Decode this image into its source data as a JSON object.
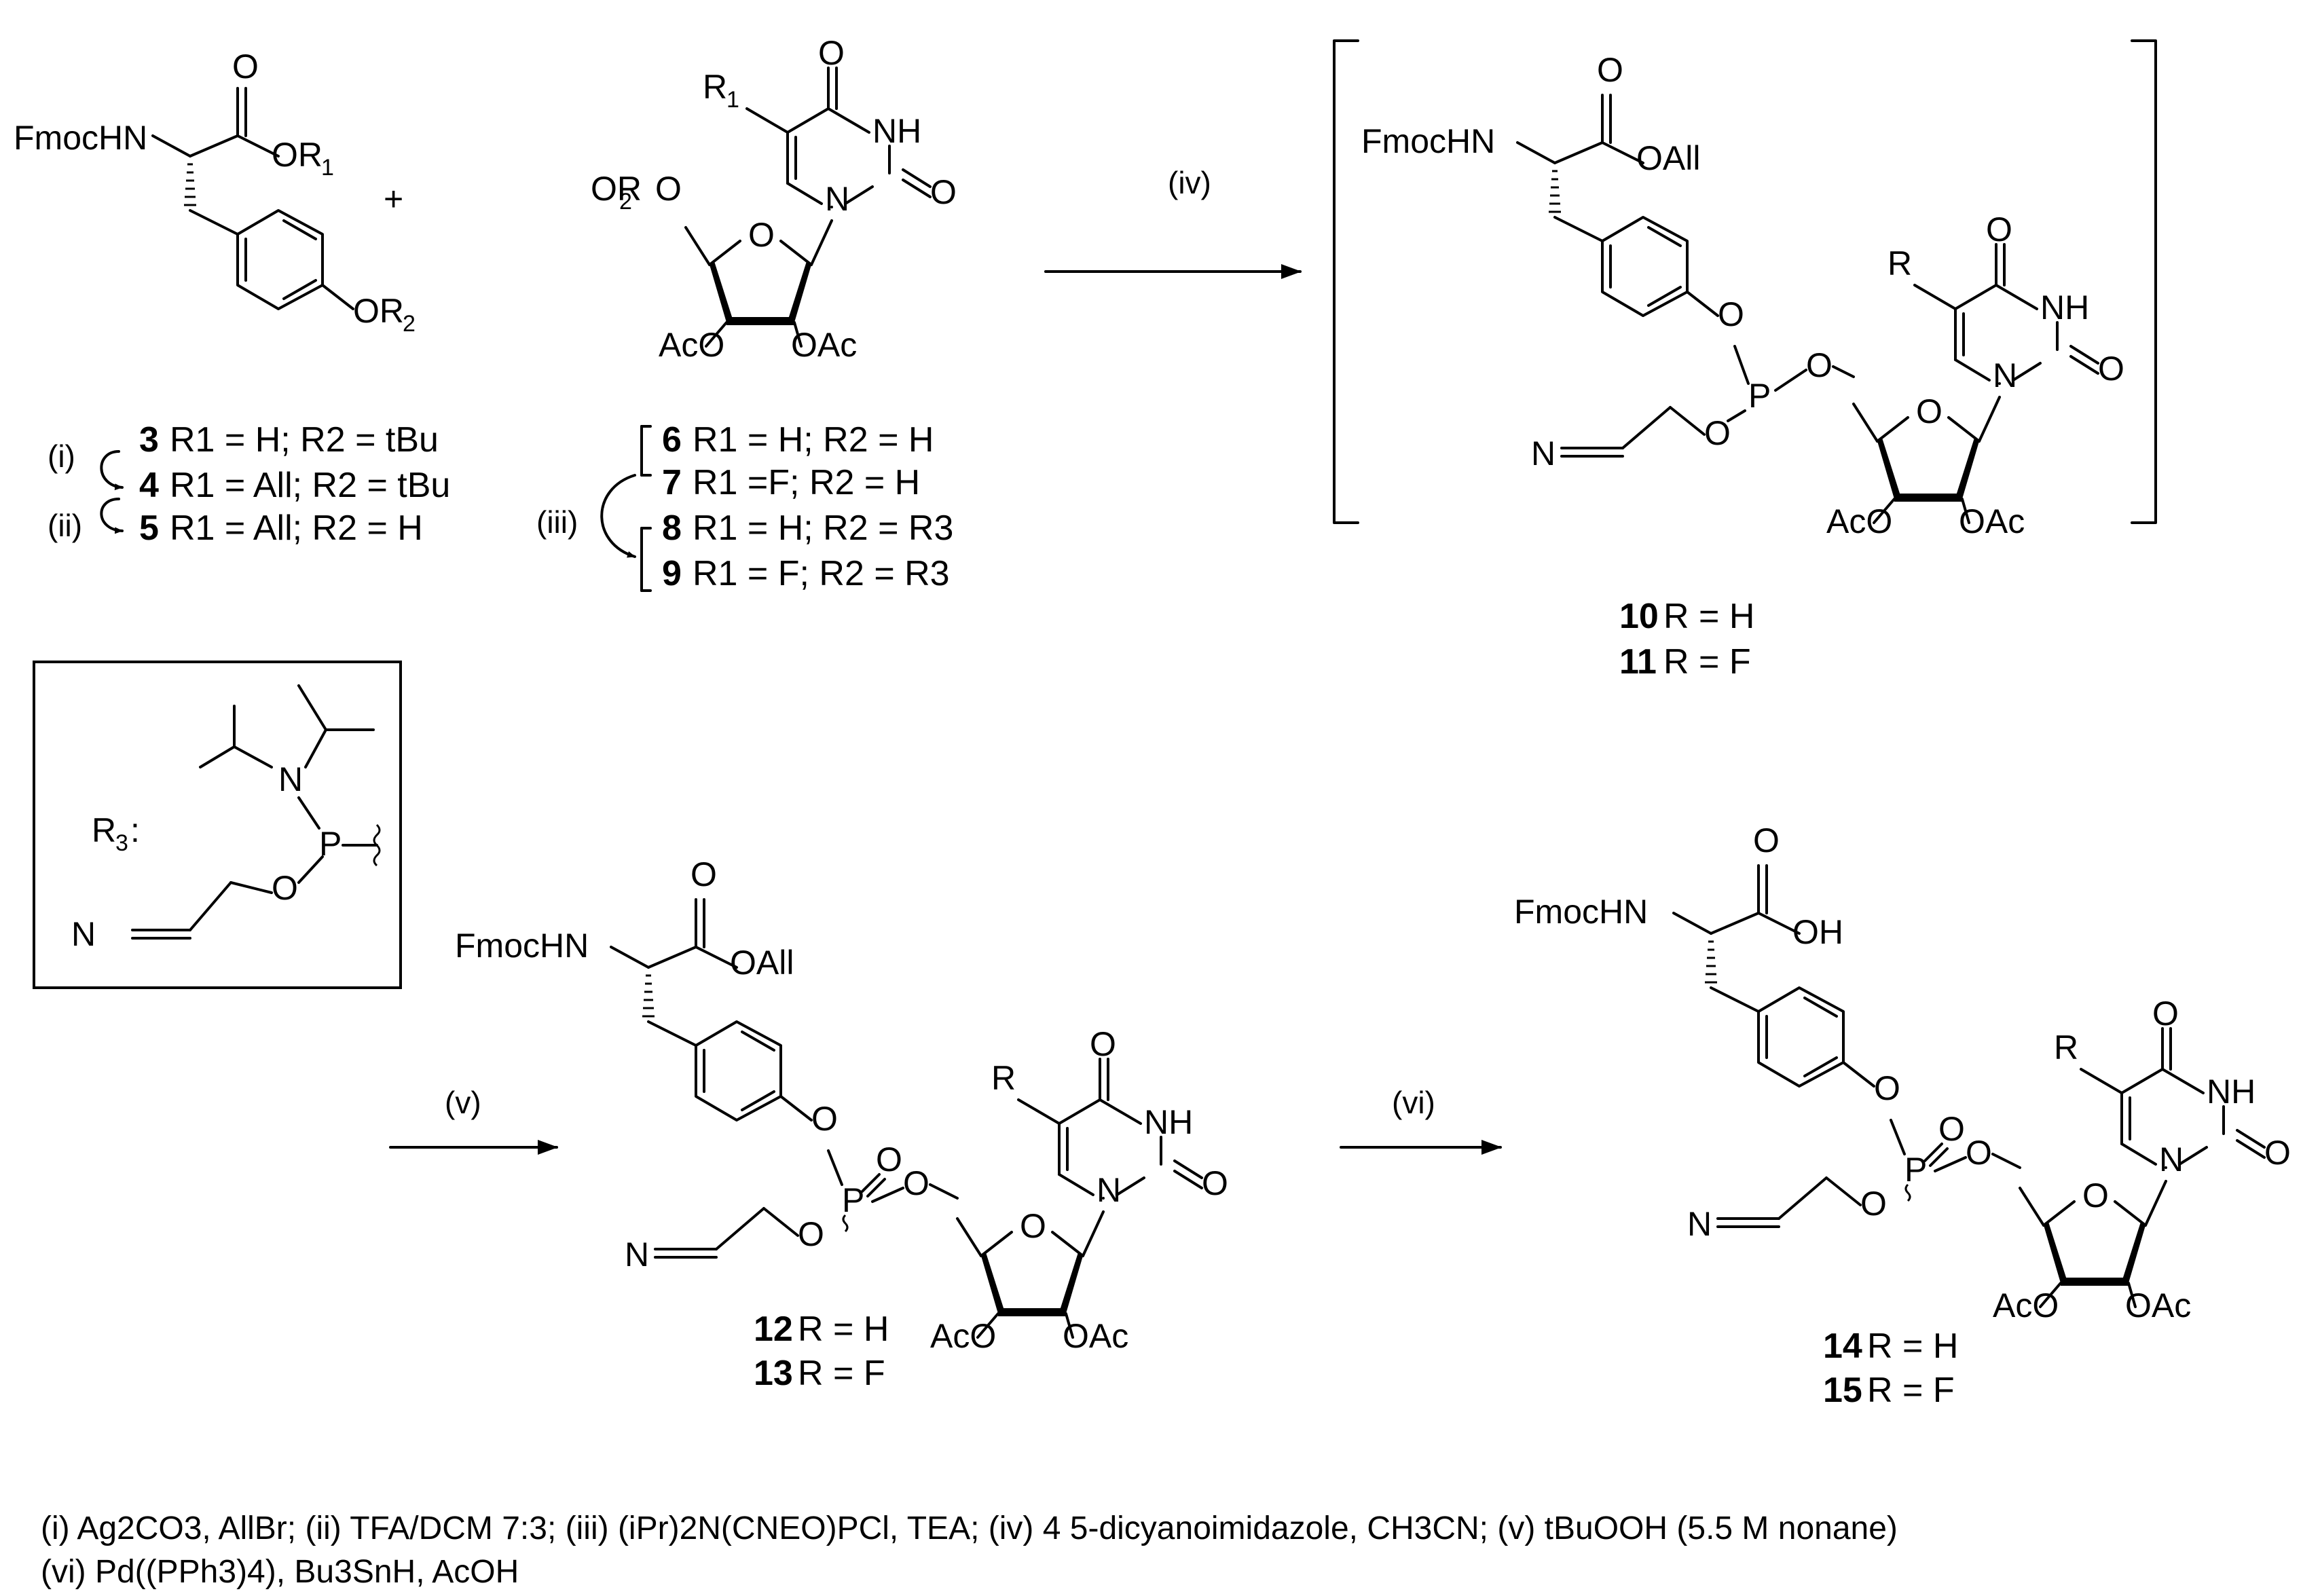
{
  "atoms": {
    "fmochn": "FmocHN",
    "o": "O",
    "or": "OR",
    "r": "R",
    "nh": "NH",
    "n": "N",
    "oall": "OAll",
    "oh": "OH",
    "aco": "AcO",
    "oac": "OAc",
    "p": "P",
    "nc": "N",
    "plus": "+",
    "r3label": "R",
    "r3colon": ":"
  },
  "subs": {
    "one": "1",
    "two": "2",
    "three": "3"
  },
  "compounds": {
    "c3": "3",
    "c3_text": "R1 = H; R2 = tBu",
    "c4": "4",
    "c4_text": "R1 = All; R2 = tBu",
    "c5": "5",
    "c5_text": "R1 = All; R2 = H",
    "c6": "6",
    "c6_text": "R1 = H; R2 = H",
    "c7": "7",
    "c7_text": "R1 =F; R2 = H",
    "c8": "8",
    "c8_text": "R1 = H; R2 = R3",
    "c9": "9",
    "c9_text": "R1 = F; R2 = R3",
    "c10": "10",
    "c10_text": "R = H",
    "c11": "11",
    "c11_text": "R = F",
    "c12": "12",
    "c12_text": "R = H",
    "c13": "13",
    "c13_text": "R = F",
    "c14": "14",
    "c14_text": "R = H",
    "c15": "15",
    "c15_text": "R = F"
  },
  "steps": {
    "i": "(i)",
    "ii": "(ii)",
    "iii": "(iii)",
    "iv": "(iv)",
    "v": "(v)",
    "vi": "(vi)"
  },
  "conditions": {
    "i": "(i) Ag2CO3, AllBr;",
    "ii": "(ii) TFA/DCM 7:3;",
    "iii": "(iii) (iPr)2N(CNEO)PCl, TEA;",
    "iv": "(iv) 4 5-dicyanoimidazole, CH3CN;",
    "v": "(v) tBuOOH (5.5 M nonane)",
    "vi": "(vi) Pd((PPh3)4), Bu3SnH, AcOH"
  }
}
